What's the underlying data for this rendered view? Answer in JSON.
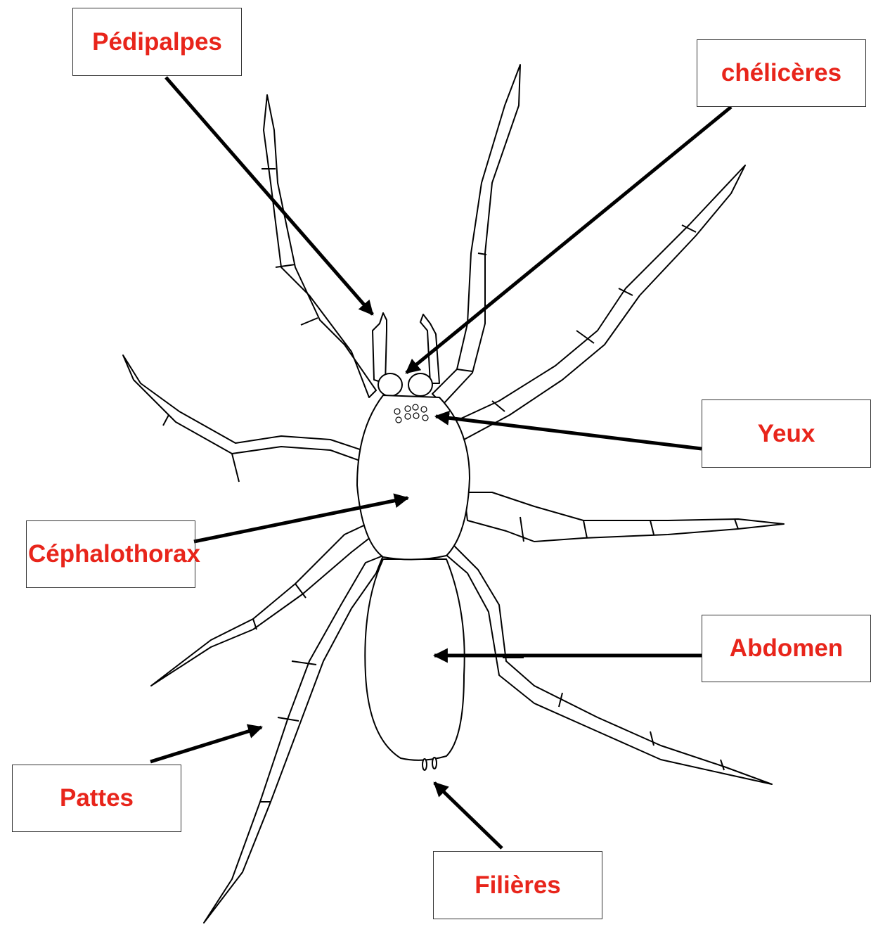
{
  "labels": {
    "pedipalpes": "Pédipalpes",
    "cheliceres": "chélicères",
    "yeux": "Yeux",
    "cephalothorax": "Céphalothorax",
    "abdomen": "Abdomen",
    "pattes": "Pattes",
    "filieres": "Filières"
  },
  "colors": {
    "label_text": "#e8251b",
    "arrow": "#000000",
    "drawing": "#000000"
  }
}
